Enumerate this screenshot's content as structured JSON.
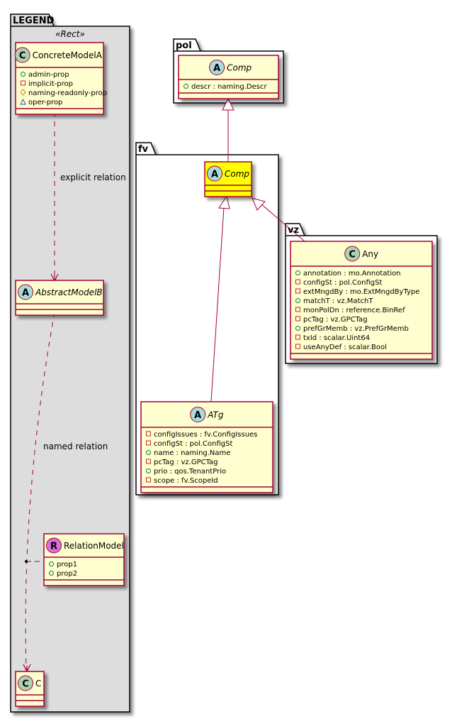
{
  "packages": {
    "legend": {
      "name": "LEGEND",
      "stereotype": "«Rect»"
    },
    "pol": {
      "name": "pol"
    },
    "fv": {
      "name": "fv"
    },
    "vz": {
      "name": "vz"
    }
  },
  "classes": {
    "concrete_model_a": {
      "kind": "C",
      "name": "ConcreteModelA",
      "italic": false,
      "attributes": [
        {
          "visibility": "public",
          "text": "admin-prop"
        },
        {
          "visibility": "private",
          "text": "implicit-prop"
        },
        {
          "visibility": "protected",
          "text": "naming-readonly-prop"
        },
        {
          "visibility": "package",
          "text": "oper-prop"
        }
      ]
    },
    "abstract_model_b": {
      "kind": "A",
      "name": "AbstractModelB",
      "italic": true,
      "attributes": []
    },
    "relation_model": {
      "kind": "R",
      "name": "RelationModel",
      "italic": false,
      "attributes": [
        {
          "visibility": "public",
          "text": "prop1"
        },
        {
          "visibility": "public",
          "text": "prop2"
        }
      ]
    },
    "c": {
      "kind": "C",
      "name": "C",
      "italic": false,
      "attributes": []
    },
    "pol_comp": {
      "kind": "A",
      "name": "Comp",
      "italic": true,
      "attributes": [
        {
          "visibility": "public",
          "text": "descr : naming.Descr"
        }
      ]
    },
    "fv_comp": {
      "kind": "A",
      "name": "Comp",
      "italic": true,
      "highlight": true,
      "attributes": []
    },
    "fv_atg": {
      "kind": "A",
      "name": "ATg",
      "italic": true,
      "attributes": [
        {
          "visibility": "private",
          "text": "configIssues : fv.ConfigIssues"
        },
        {
          "visibility": "private",
          "text": "configSt : pol.ConfigSt"
        },
        {
          "visibility": "public",
          "text": "name : naming.Name"
        },
        {
          "visibility": "private",
          "text": "pcTag : vz.GPCTag"
        },
        {
          "visibility": "public",
          "text": "prio : qos.TenantPrio"
        },
        {
          "visibility": "private",
          "text": "scope : fv.ScopeId"
        }
      ]
    },
    "vz_any": {
      "kind": "C",
      "name": "Any",
      "italic": false,
      "attributes": [
        {
          "visibility": "public",
          "text": "annotation : mo.Annotation"
        },
        {
          "visibility": "private",
          "text": "configSt : pol.ConfigSt"
        },
        {
          "visibility": "private",
          "text": "extMngdBy : mo.ExtMngdByType"
        },
        {
          "visibility": "public",
          "text": "matchT : vz.MatchT"
        },
        {
          "visibility": "private",
          "text": "monPolDn : reference.BinRef"
        },
        {
          "visibility": "private",
          "text": "pcTag : vz.GPCTag"
        },
        {
          "visibility": "public",
          "text": "prefGrMemb : vz.PrefGrMemb"
        },
        {
          "visibility": "private",
          "text": "txId : scalar.Uint64"
        },
        {
          "visibility": "private",
          "text": "useAnyDef : scalar.Bool"
        }
      ]
    }
  },
  "relations": {
    "explicit": {
      "label": "explicit relation",
      "from": "ConcreteModelA",
      "to": "AbstractModelB",
      "type": "dependency"
    },
    "named": {
      "label": "named relation",
      "from": "AbstractModelB",
      "to": "C",
      "type": "dependency",
      "association_class": "RelationModel"
    },
    "gen1": {
      "from": "fv.Comp",
      "to": "pol.Comp",
      "type": "generalization"
    },
    "gen2": {
      "from": "fv.ATg",
      "to": "fv.Comp",
      "type": "generalization"
    },
    "gen3": {
      "from": "vz.Any",
      "to": "fv.Comp",
      "type": "generalization"
    }
  },
  "colors": {
    "class_fill": "#FEFECE",
    "class_border": "#A80036",
    "highlight_fill": "#FFFF00",
    "legend_fill": "#DDDDDD",
    "circle_c": "#ADD1B2",
    "circle_a": "#A9DCDF",
    "circle_r": "#DA70D6",
    "public": "#038048",
    "private": "#C82930",
    "protected": "#B38D22",
    "package": "#1963A0"
  }
}
